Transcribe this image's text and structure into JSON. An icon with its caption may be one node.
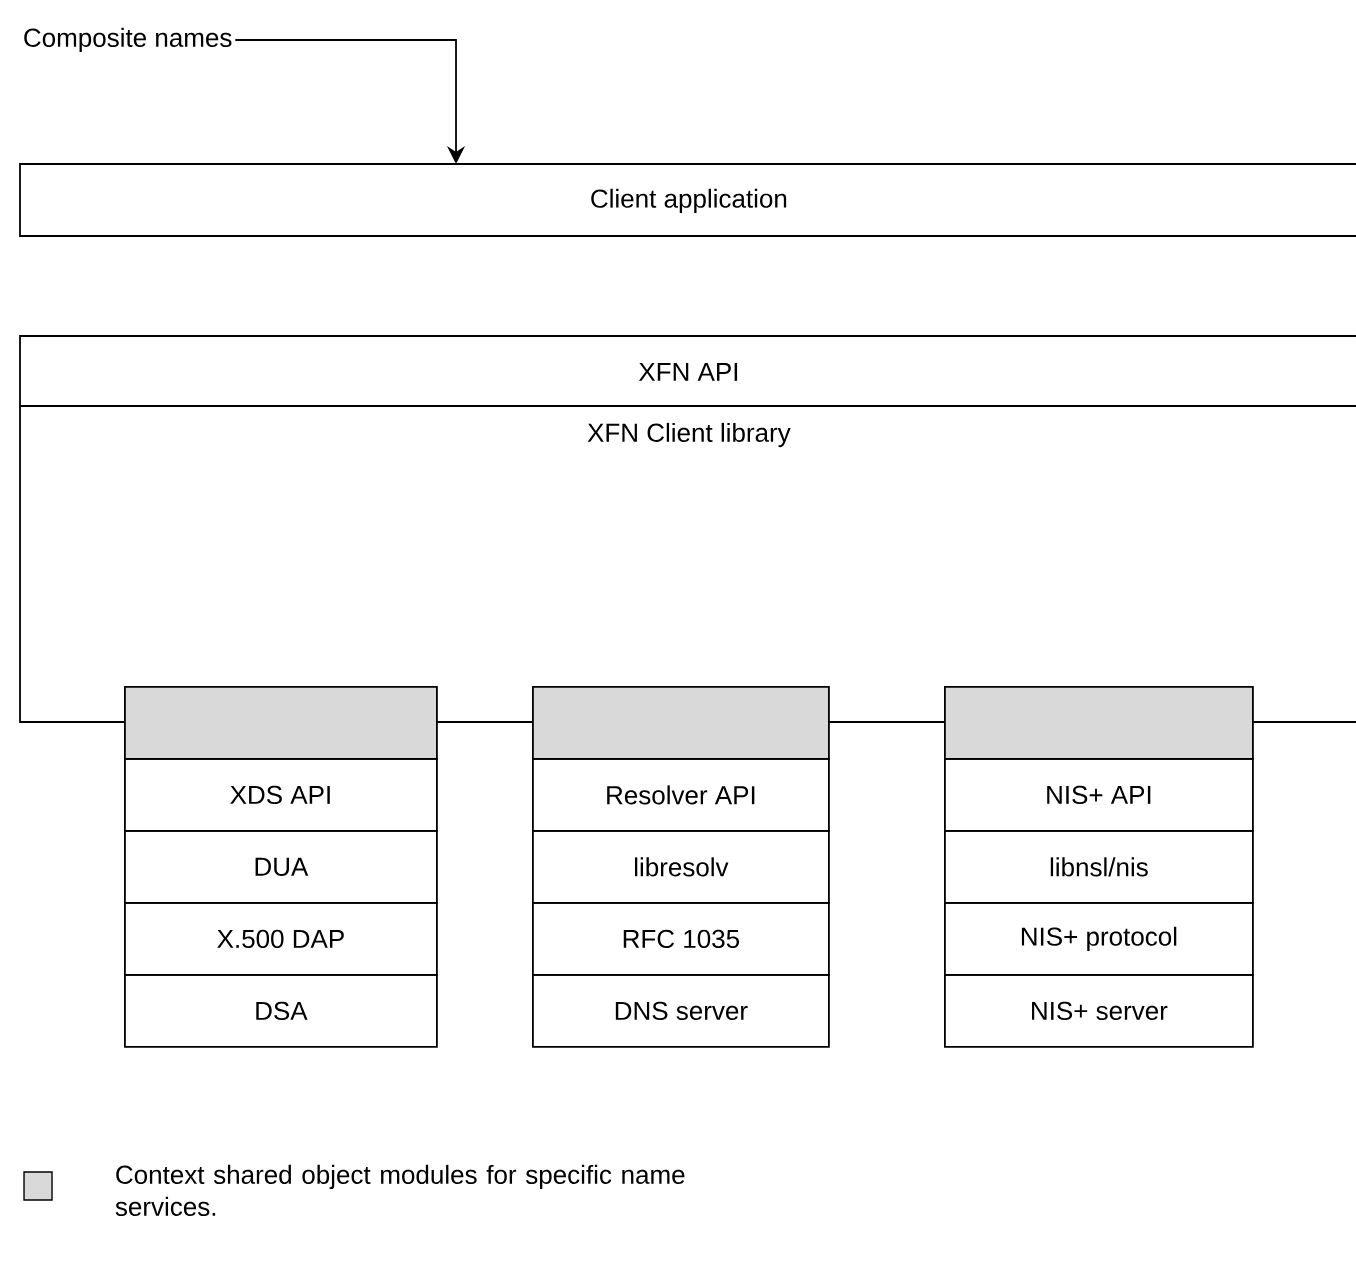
{
  "diagram": {
    "nodes": [
      {
        "text": [
          "Composite names"
        ]
      },
      {
        "text": [
          "Client application"
        ]
      },
      {
        "text": [
          "XFN API"
        ]
      },
      {
        "text": [
          "XFN Client library"
        ]
      },
      {
        "text": [],
        "shape": "box"
      },
      {
        "text": [],
        "shape": "box"
      },
      {
        "text": [],
        "shape": "box"
      },
      {
        "text": [
          "XDS API"
        ]
      },
      {
        "text": [
          "Resolver API"
        ]
      },
      {
        "text": [
          "NIS+ API"
        ]
      },
      {
        "text": [
          "DUA"
        ]
      },
      {
        "text": [
          "libresolv"
        ]
      },
      {
        "text": [
          "libnsl/nis"
        ]
      },
      {
        "text": [
          "X.500 DAP"
        ]
      },
      {
        "text": [
          "RFC 1035"
        ]
      },
      {
        "text": [
          "NIS+ protocol"
        ]
      },
      {
        "text": [
          "DSA"
        ]
      },
      {
        "text": [
          "DNS server"
        ]
      },
      {
        "text": [
          "NIS+ server"
        ]
      }
    ],
    "edges": [
      {
        "from": 0,
        "to": 1,
        "arrow": "to"
      }
    ],
    "legend": [
      {
        "text": "Context shared object modules for specific name services.",
        "color": "#d9d9d9"
      }
    ]
  }
}
